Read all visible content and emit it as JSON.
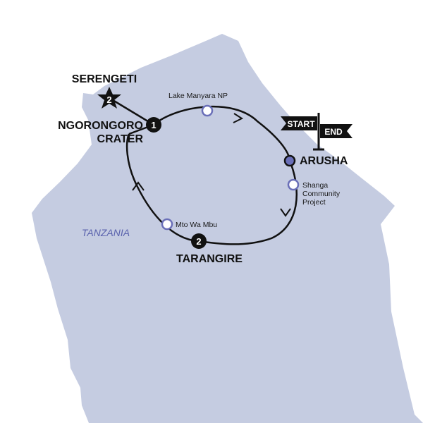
{
  "map": {
    "country": "TANZANIA",
    "colors": {
      "land": "#c5cce1",
      "route": "#111111",
      "stop_ring": "#6a6fb8",
      "country_label": "#5a62ad"
    }
  },
  "places": {
    "serengeti": {
      "name": "SERENGETI",
      "nights": "2"
    },
    "ngorongoro": {
      "name_line1": "NGORONGORO",
      "name_line2": "CRATER",
      "nights": "1"
    },
    "lake_manyara": {
      "name": "Lake Manyara NP"
    },
    "arusha": {
      "name": "ARUSHA"
    },
    "shanga": {
      "name_line1": "Shanga",
      "name_line2": "Community",
      "name_line3": "Project"
    },
    "mto_wa_mbu": {
      "name": "Mto Wa Mbu"
    },
    "tarangire": {
      "name": "TARANGIRE",
      "nights": "2"
    }
  },
  "flag": {
    "start_label": "START",
    "end_label": "END"
  },
  "route": {
    "arrows": [
      "direction-arrow",
      "direction-arrow",
      "direction-arrow"
    ]
  }
}
